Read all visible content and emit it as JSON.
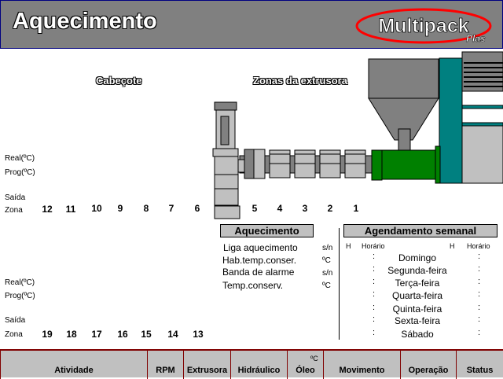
{
  "header": {
    "title": "Aquecimento",
    "logo_main": "Multipack",
    "logo_sub": "Plas",
    "logo_color": "#ff0000"
  },
  "sections": {
    "head": "Cabeçote",
    "zones": "Zonas da extrusora"
  },
  "upper": {
    "labels": {
      "real": "Real(ºC)",
      "prog": "Prog(ºC)",
      "saida": "Saída",
      "zona": "Zona"
    },
    "zones": [
      "12",
      "11",
      "10",
      "9",
      "8",
      "7",
      "6"
    ],
    "barrel_zones": [
      "5",
      "4",
      "3",
      "2",
      "1"
    ]
  },
  "lower": {
    "labels": {
      "real": "Real(ºC)",
      "prog": "Prog(ºC)",
      "saida": "Saída",
      "zona": "Zona"
    },
    "zones": [
      "19",
      "18",
      "17",
      "16",
      "15",
      "14",
      "13"
    ]
  },
  "heating": {
    "title": "Aquecimento",
    "items": [
      {
        "label": "Liga aquecimento",
        "unit": "s/n"
      },
      {
        "label": "Hab.temp.conser.",
        "unit": "ºC"
      },
      {
        "label": "Banda de alarme",
        "unit": "s/n"
      },
      {
        "label": "Temp.conserv.",
        "unit": "ºC"
      }
    ]
  },
  "schedule": {
    "title": "Agendamento semanal",
    "h": "H",
    "horario": "Horário",
    "days": [
      "Domingo",
      "Segunda-feira",
      "Terça-feira",
      "Quarta-feira",
      "Quinta-feira",
      "Sexta-feira",
      "Sábado"
    ],
    "sep": ":"
  },
  "bottom": {
    "cells": [
      "Atividade",
      "RPM",
      "Extrusora",
      "Hidráulico",
      "Óleo",
      "Movimento",
      "Operação",
      "Status"
    ],
    "oleo_unit": "ºC"
  }
}
